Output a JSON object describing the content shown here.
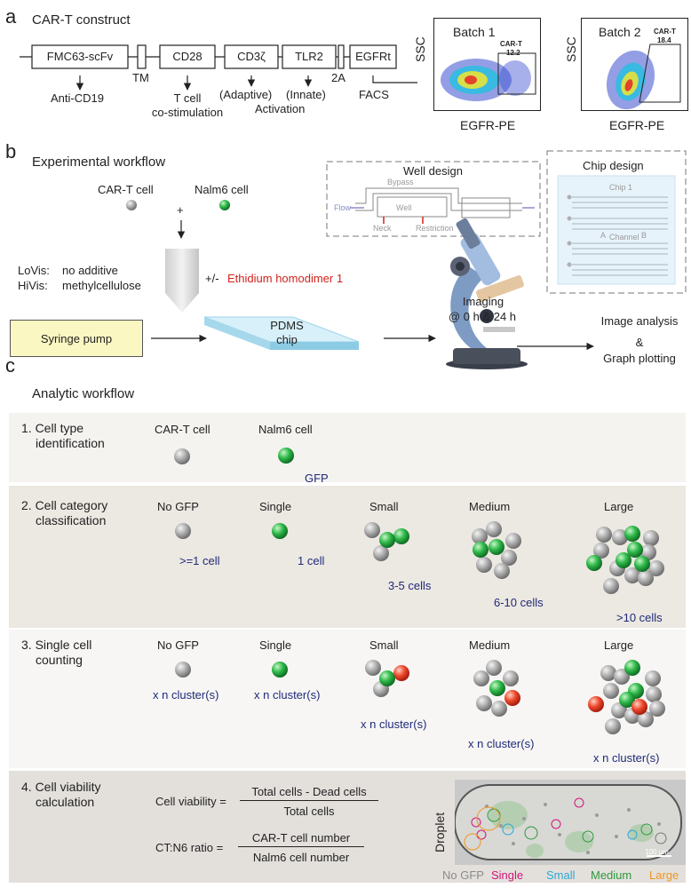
{
  "panel_a": {
    "label": "a",
    "title": "CAR-T construct",
    "segments": [
      "FMC63-scFv",
      "CD28",
      "CD3ζ",
      "TLR2",
      "EGFRt"
    ],
    "small_labels": {
      "tm": "TM",
      "t2a": "2A"
    },
    "annotations": {
      "anti_cd19": "Anti-CD19",
      "tcell_1": "T cell",
      "tcell_2": "co-stimulation",
      "adaptive": "(Adaptive)",
      "innate": "(Innate)",
      "activation": "Activation",
      "facs": "FACS"
    },
    "plots": [
      {
        "title": "Batch 1",
        "gate_label": "CAR-T",
        "gate_value": "12.2",
        "ylabel": "SSC",
        "xlabel": "EGFR-PE"
      },
      {
        "title": "Batch 2",
        "gate_label": "CAR-T",
        "gate_value": "18.4",
        "ylabel": "SSC",
        "xlabel": "EGFR-PE"
      }
    ]
  },
  "panel_b": {
    "label": "b",
    "title": "Experimental workflow",
    "cart_label": "CAR-T cell",
    "plus": "+",
    "nalm6_label": "Nalm6 cell",
    "lovis_key": "LoVis:",
    "lovis_val": "no additive",
    "hivis_key": "HiVis:",
    "hivis_val": "methylcellulose",
    "ethidium_prefix": "+/-",
    "ethidium_name": "Ethidium homodimer 1",
    "syringe_pump": "Syringe pump",
    "pdms_1": "PDMS",
    "pdms_2": "chip",
    "imaging_1": "Imaging",
    "imaging_2": "@ 0 h & 24 h",
    "analysis_1": "Image analysis",
    "analysis_2": "&",
    "analysis_3": "Graph plotting",
    "well_design": {
      "title": "Well design",
      "bypass": "Bypass",
      "flow": "Flow",
      "well": "Well",
      "neck": "Neck",
      "restriction": "Restriction"
    },
    "chip_design": {
      "title": "Chip design",
      "chip1": "Chip 1",
      "channel": "Channel",
      "a": "A",
      "b": "B"
    }
  },
  "panel_c": {
    "label": "c",
    "title": "Analytic workflow",
    "row1": {
      "title_1": "1. Cell type",
      "title_2": "identification",
      "cart": "CAR-T cell",
      "nalm6": "Nalm6 cell",
      "gfp": "GFP"
    },
    "row2": {
      "title_1": "2. Cell category",
      "title_2": "classification",
      "headers": [
        "No GFP",
        "Single",
        "Small",
        "Medium",
        "Large"
      ],
      "counts": [
        ">=1 cell",
        "1 cell",
        "3-5 cells",
        "6-10 cells",
        ">10 cells"
      ]
    },
    "row3": {
      "title_1": "3. Single cell",
      "title_2": "counting",
      "headers": [
        "No GFP",
        "Single",
        "Small",
        "Medium",
        "Large"
      ],
      "cluster": "x n cluster(s)"
    },
    "row4": {
      "title_1": "4. Cell viability",
      "title_2": "calculation",
      "viability_lhs": "Cell viability =",
      "viability_num": "Total cells - Dead cells",
      "viability_den": "Total cells",
      "ratio_lhs": "CT:N6 ratio =",
      "ratio_num": "CAR-T cell number",
      "ratio_den": "Nalm6 cell number",
      "droplet": "Droplet",
      "scale": "100 µm",
      "legend": [
        {
          "label": "No GFP",
          "color": "#8a8a8a"
        },
        {
          "label": "Single",
          "color": "#d4147a"
        },
        {
          "label": "Small",
          "color": "#2aa9d8"
        },
        {
          "label": "Medium",
          "color": "#2c9a3c"
        },
        {
          "label": "Large",
          "color": "#f0961e"
        }
      ]
    }
  },
  "colors": {
    "band_light": "#f5f3f0",
    "band_dark": "#ece8e2",
    "band_bottom": "#e3e0dc",
    "gfp_green": "#2fb94a",
    "dead_red": "#e8432c",
    "gray_cell": "#9b9b9b",
    "navy": "#1f2a78"
  }
}
